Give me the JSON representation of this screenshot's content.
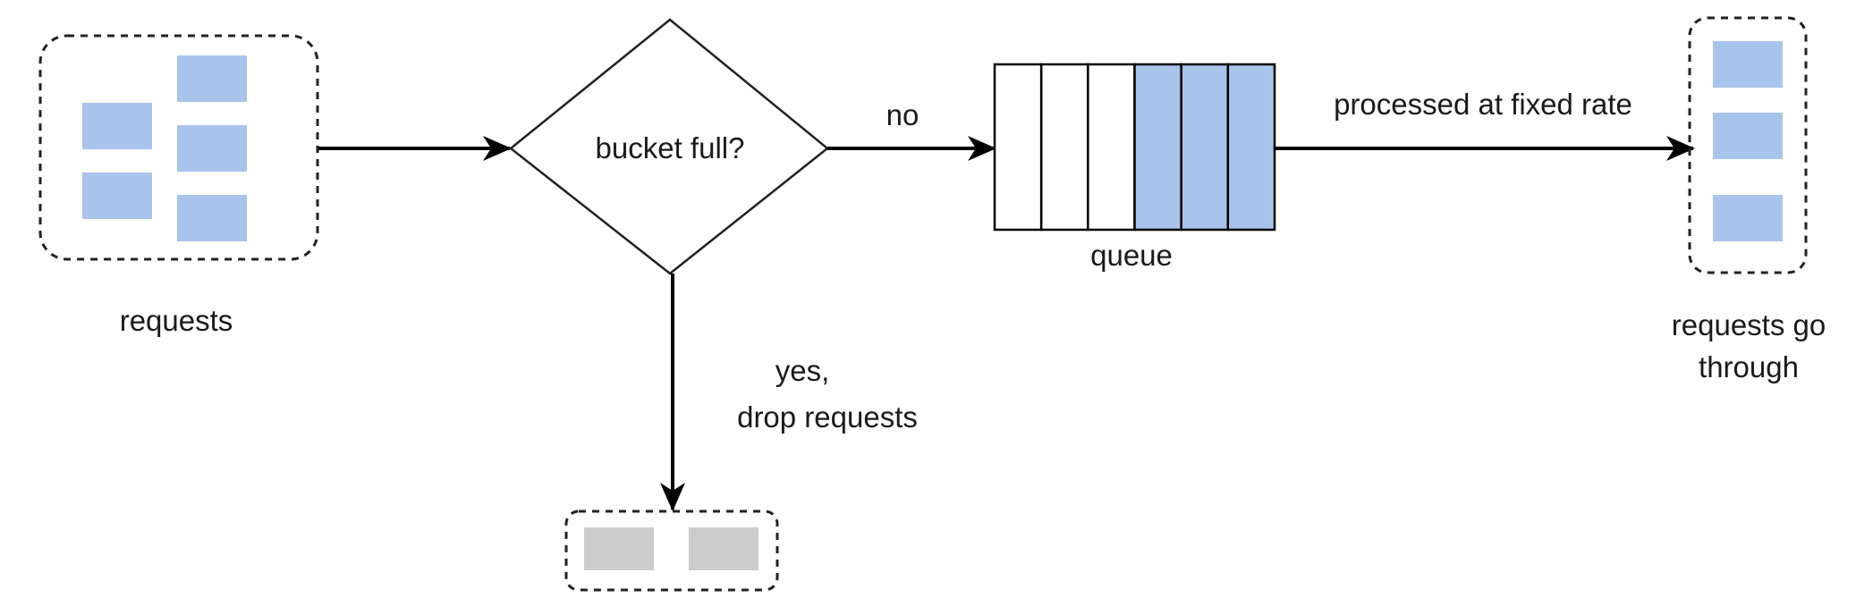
{
  "labels": {
    "requests": "requests",
    "decision": "bucket full?",
    "no_branch": "no",
    "yes_branch_line1": "yes,",
    "yes_branch_line2": "drop requests",
    "queue": "queue",
    "rate": "processed at fixed rate",
    "through_line1": "requests go",
    "through_line2": "through"
  },
  "queue": {
    "total_slots": 6,
    "filled_slots": 3
  },
  "colors": {
    "request_block": "#a9c4eb",
    "dropped_block": "#cccccc",
    "stroke": "#000000",
    "dashed_border": "#222222"
  }
}
